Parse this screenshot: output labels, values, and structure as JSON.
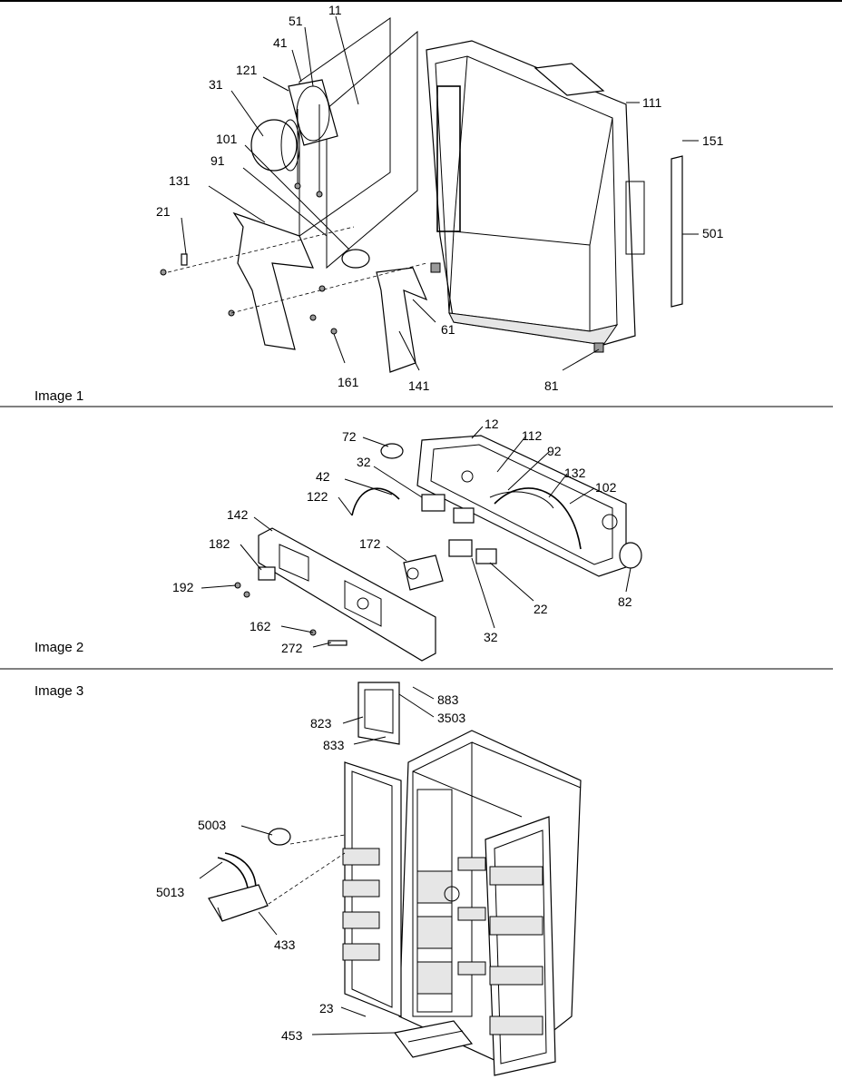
{
  "panels": [
    {
      "caption": "Image 1"
    },
    {
      "caption": "Image 2"
    },
    {
      "caption": "Image 3"
    }
  ],
  "callouts": {
    "p1": [
      "51",
      "11",
      "41",
      "121",
      "31",
      "101",
      "91",
      "131",
      "21",
      "111",
      "151",
      "501",
      "61",
      "161",
      "141",
      "81"
    ],
    "p2": [
      "72",
      "12",
      "112",
      "32",
      "92",
      "42",
      "132",
      "102",
      "122",
      "142",
      "182",
      "172",
      "192",
      "82",
      "22",
      "32",
      "162",
      "272"
    ],
    "p3": [
      "883",
      "3503",
      "823",
      "833",
      "5003",
      "5013",
      "433",
      "23",
      "453"
    ]
  }
}
